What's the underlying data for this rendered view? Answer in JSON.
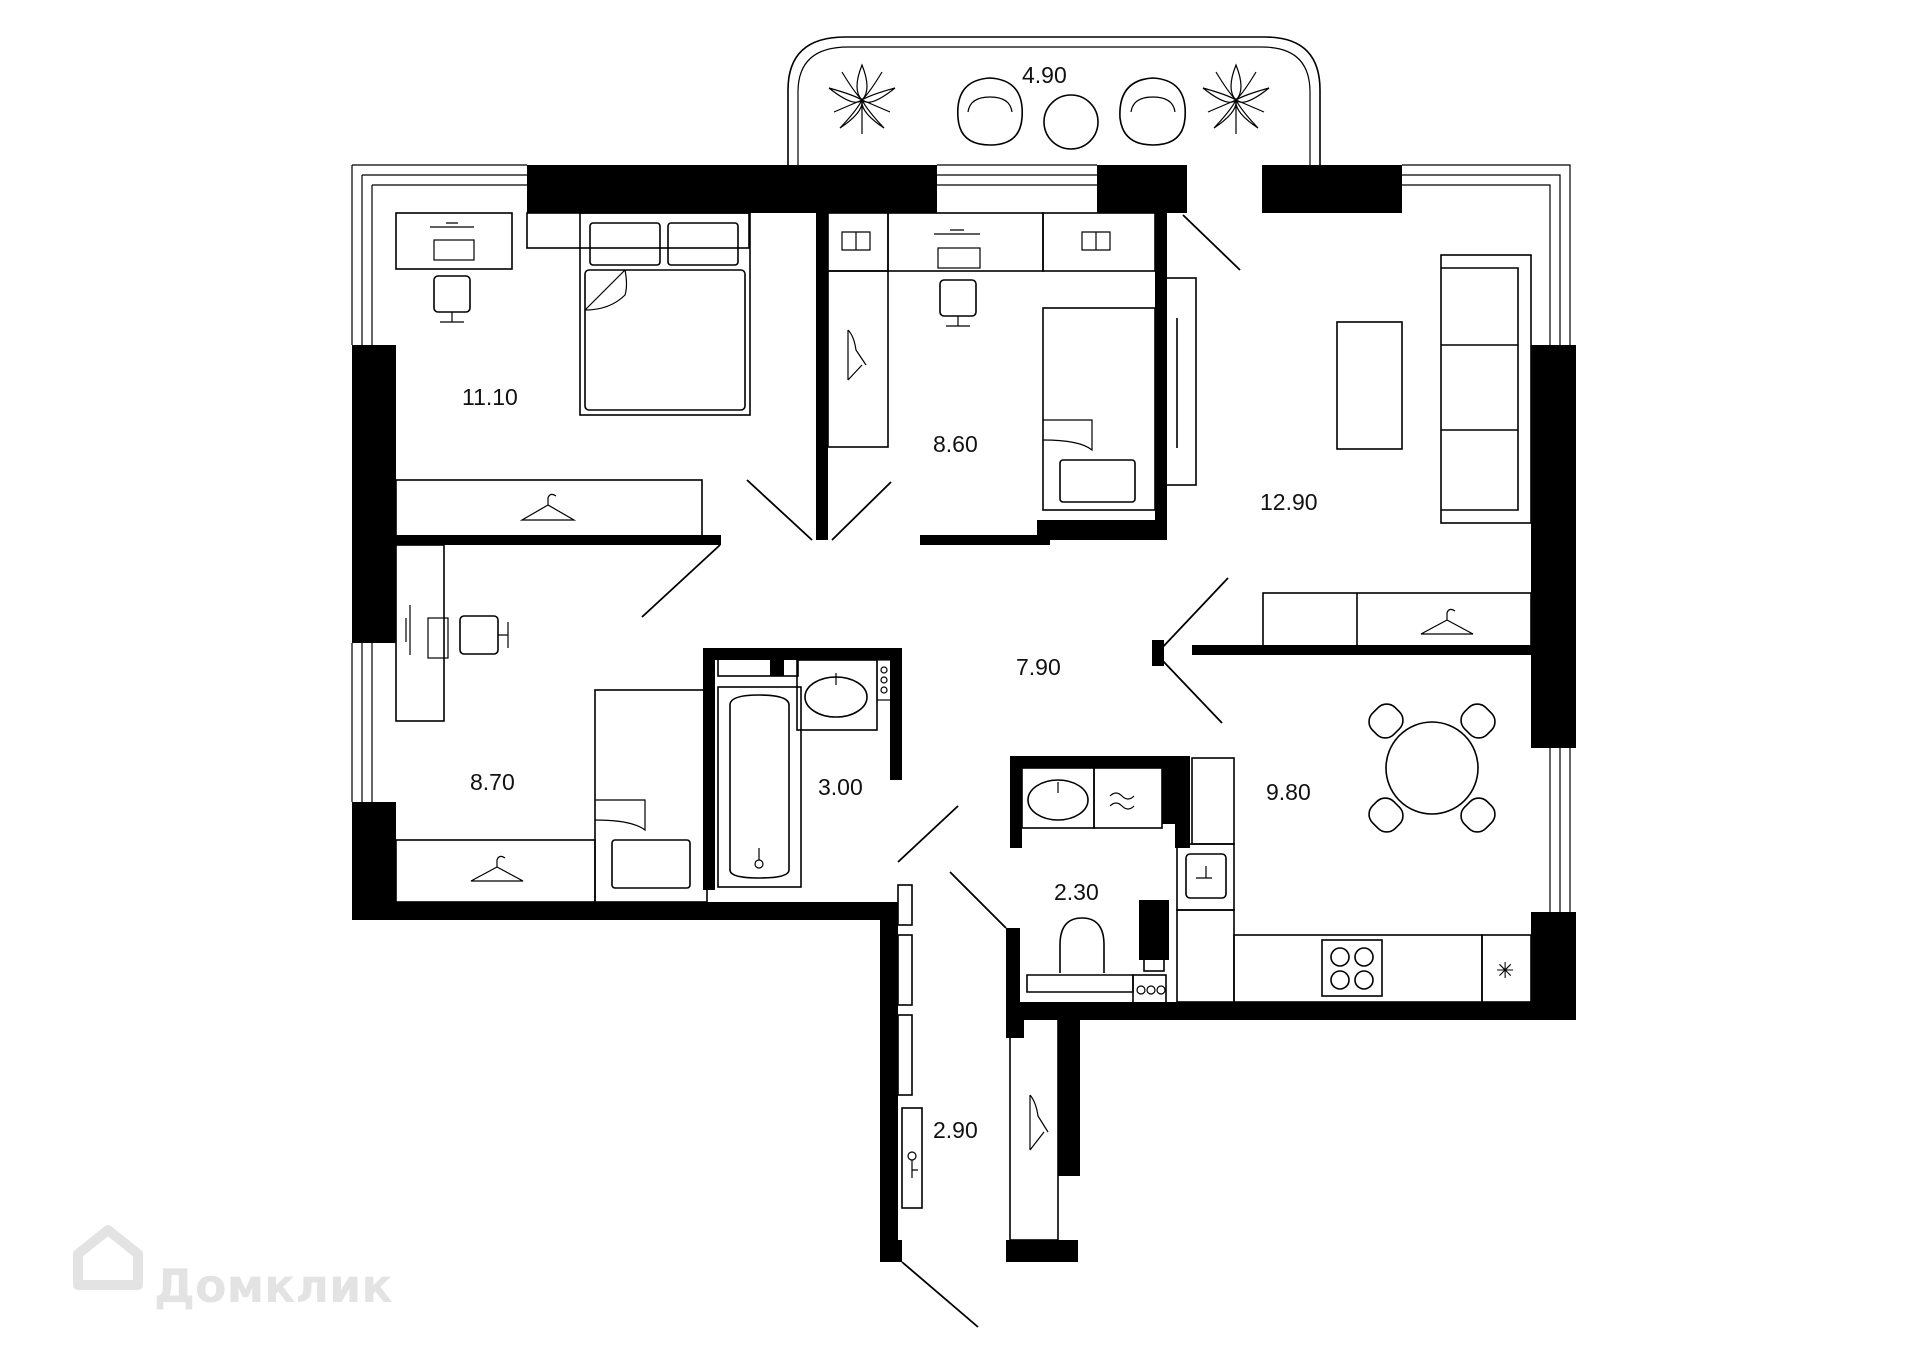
{
  "watermark": {
    "text": "Домклик",
    "icon": "house-logo-icon"
  },
  "rooms": [
    {
      "key": "balcony",
      "area": "4.90"
    },
    {
      "key": "bedroom-main",
      "area": "11.10"
    },
    {
      "key": "bedroom-middle",
      "area": "8.60"
    },
    {
      "key": "living-room",
      "area": "12.90"
    },
    {
      "key": "hall",
      "area": "7.90"
    },
    {
      "key": "bedroom-small",
      "area": "8.70"
    },
    {
      "key": "bathroom",
      "area": "3.00"
    },
    {
      "key": "kitchen",
      "area": "9.80"
    },
    {
      "key": "toilet",
      "area": "2.30"
    },
    {
      "key": "entrance",
      "area": "2.90"
    }
  ],
  "icons": [
    "bed-icon",
    "desk-icon",
    "chair-icon",
    "wardrobe-icon",
    "hanger-icon",
    "book-icon",
    "sofa-icon",
    "tv-icon",
    "dining-table-icon",
    "sink-icon",
    "bathtub-icon",
    "washing-machine-icon",
    "toilet-icon",
    "stove-icon",
    "fridge-icon",
    "armchair-icon",
    "plant-icon",
    "key-icon"
  ]
}
